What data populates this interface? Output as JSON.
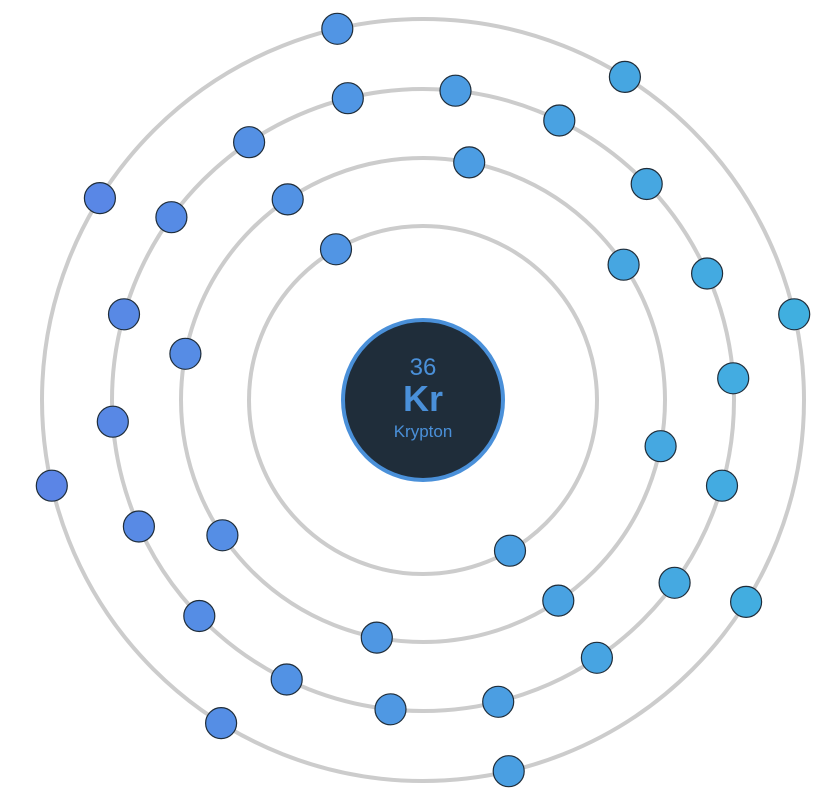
{
  "element": {
    "atomic_number": "36",
    "symbol": "Kr",
    "name": "Krypton"
  },
  "shells": [
    {
      "name": "shell-1",
      "electrons": 2
    },
    {
      "name": "shell-2",
      "electrons": 8
    },
    {
      "name": "shell-3",
      "electrons": 18
    },
    {
      "name": "shell-4",
      "electrons": 8
    }
  ],
  "colors": {
    "background": "#ffffff",
    "orbit": "#cccccc",
    "nucleus_fill": "#1f2d3a",
    "nucleus_ring": "#4a90d9",
    "nucleus_text": "#4a90d9",
    "electron_stroke": "#1f2d3a",
    "electron_warm": "#5b84e6",
    "electron_cool": "#40b0e0"
  }
}
